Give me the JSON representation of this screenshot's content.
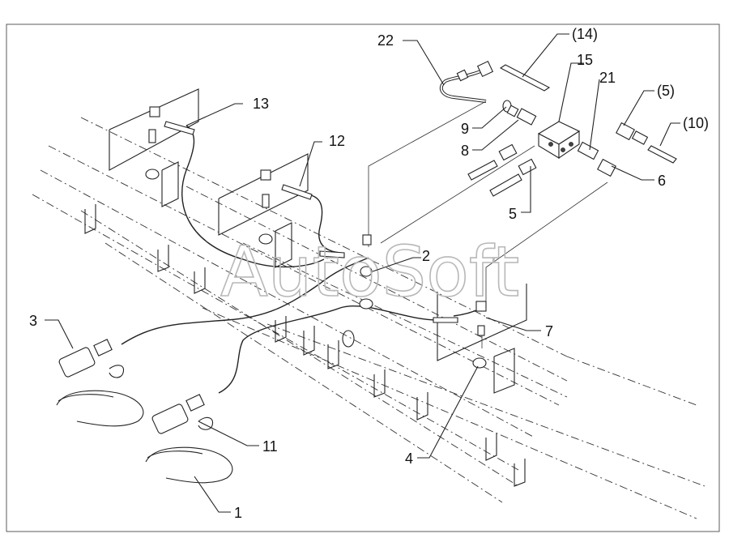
{
  "watermark": "AutoSoft",
  "callouts": [
    {
      "id": "c1",
      "label": "1"
    },
    {
      "id": "c2",
      "label": "2"
    },
    {
      "id": "c3",
      "label": "3"
    },
    {
      "id": "c4",
      "label": "4"
    },
    {
      "id": "c5",
      "label": "5"
    },
    {
      "id": "c5p",
      "label": "(5)"
    },
    {
      "id": "c6",
      "label": "6"
    },
    {
      "id": "c7",
      "label": "7"
    },
    {
      "id": "c8",
      "label": "8"
    },
    {
      "id": "c9",
      "label": "9"
    },
    {
      "id": "c10p",
      "label": "(10)"
    },
    {
      "id": "c11",
      "label": "11"
    },
    {
      "id": "c12",
      "label": "12"
    },
    {
      "id": "c13",
      "label": "13"
    },
    {
      "id": "c14p",
      "label": "(14)"
    },
    {
      "id": "c15",
      "label": "15"
    },
    {
      "id": "c21",
      "label": "21"
    },
    {
      "id": "c22",
      "label": "22"
    }
  ]
}
